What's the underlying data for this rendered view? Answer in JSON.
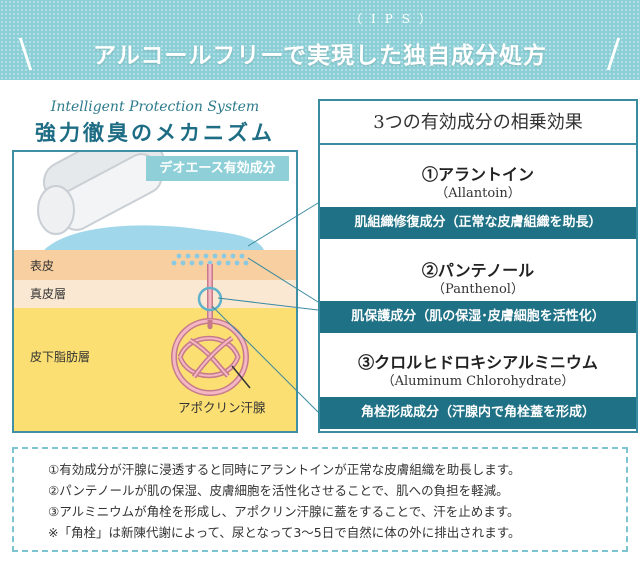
{
  "banner": {
    "subtitle": "（IPS）",
    "title": "アルコールフリーで実現した独自成分処方"
  },
  "left_panel": {
    "system_label": "Intelligent Protection System",
    "title": "強力徹臭のメカニズム",
    "badge": "デオエース有効成分",
    "layers": {
      "epidermis": "表皮",
      "dermis": "真皮層",
      "subcutaneous": "皮下脂肪層"
    },
    "gland_label": "アポクリン汗腺"
  },
  "right_panel": {
    "title": "3つの有効成分の相乗効果",
    "ingredients": [
      {
        "name": "①アラントイン",
        "english": "（Allantoin）",
        "effect": "肌組織修復成分（正常な皮膚組織を助長）"
      },
      {
        "name": "②パンテノール",
        "english": "（Panthenol）",
        "effect": "肌保護成分（肌の保湿･皮膚細胞を活性化）"
      },
      {
        "name": "③クロルヒドロキシアルミニウム",
        "english": "（Aluminum Chlorohydrate）",
        "effect": "角栓形成成分（汗腺内で角栓蓋を形成）"
      }
    ]
  },
  "notes": [
    "①有効成分が汗腺に浸透すると同時にアラントインが正常な皮膚組織を助長します。",
    "②パンテノールが肌の保湿、皮膚細胞を活性化させることで、肌への負担を軽減。",
    "③アルミニウムが角栓を形成し、アポクリン汗腺に蓋をすることで、汗を止めます。",
    "※「角栓」は新陳代謝によって、尿となって3～5日で自然に体の外に排出されます。"
  ],
  "colors": {
    "banner": "#8ccfd6",
    "accent_dark": "#1f7185",
    "frame": "#3a8aa0",
    "epidermis": "#f7cfa0",
    "dermis": "#fbe8d2",
    "subcutaneous": "#fbdf73"
  }
}
